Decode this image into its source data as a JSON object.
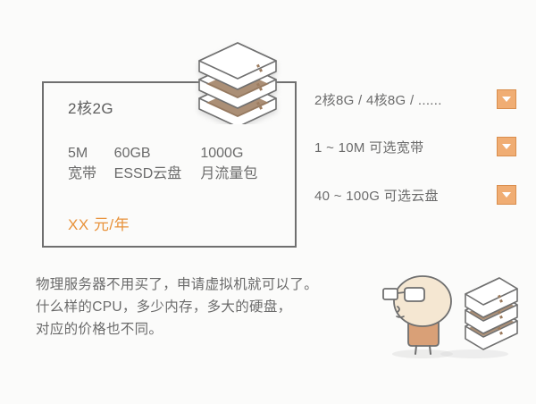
{
  "theme": {
    "background": "#fbfbfa",
    "card_border": "#6f6f6f",
    "text_gray": "#6b6b6b",
    "title_gray": "#5d5d5d",
    "price_orange": "#e8923a",
    "dropdown_fill": "#f0ad73",
    "dropdown_border": "#d98e4d",
    "icon_brown": "#9c7b5e",
    "icon_outline": "#6f6f6f",
    "mascot_skin": "#f5e7d2",
    "mascot_body": "#d9a077"
  },
  "card": {
    "title": "2核2G",
    "specs": {
      "values": [
        "5M",
        "60GB",
        "1000G"
      ],
      "labels": [
        "宽带",
        "ESSD云盘",
        "月流量包"
      ]
    },
    "price": "XX 元/年"
  },
  "icons": {
    "server_stack": "server-stack-icon",
    "dropdown_caret": "chevron-down-icon",
    "mascot": "person-with-glasses-icon",
    "server_rack": "server-rack-icon"
  },
  "options": [
    {
      "label": "2核8G / 4核8G / ......",
      "control": "dropdown"
    },
    {
      "label": "1 ~ 10M 可选宽带",
      "control": "dropdown"
    },
    {
      "label": "40 ~ 100G 可选云盘",
      "control": "dropdown"
    }
  ],
  "description": {
    "lines": [
      "物理服务器不用买了，申请虚拟机就可以了。",
      "什么样的CPU，多少内存，多大的硬盘，",
      "对应的价格也不同。"
    ]
  }
}
